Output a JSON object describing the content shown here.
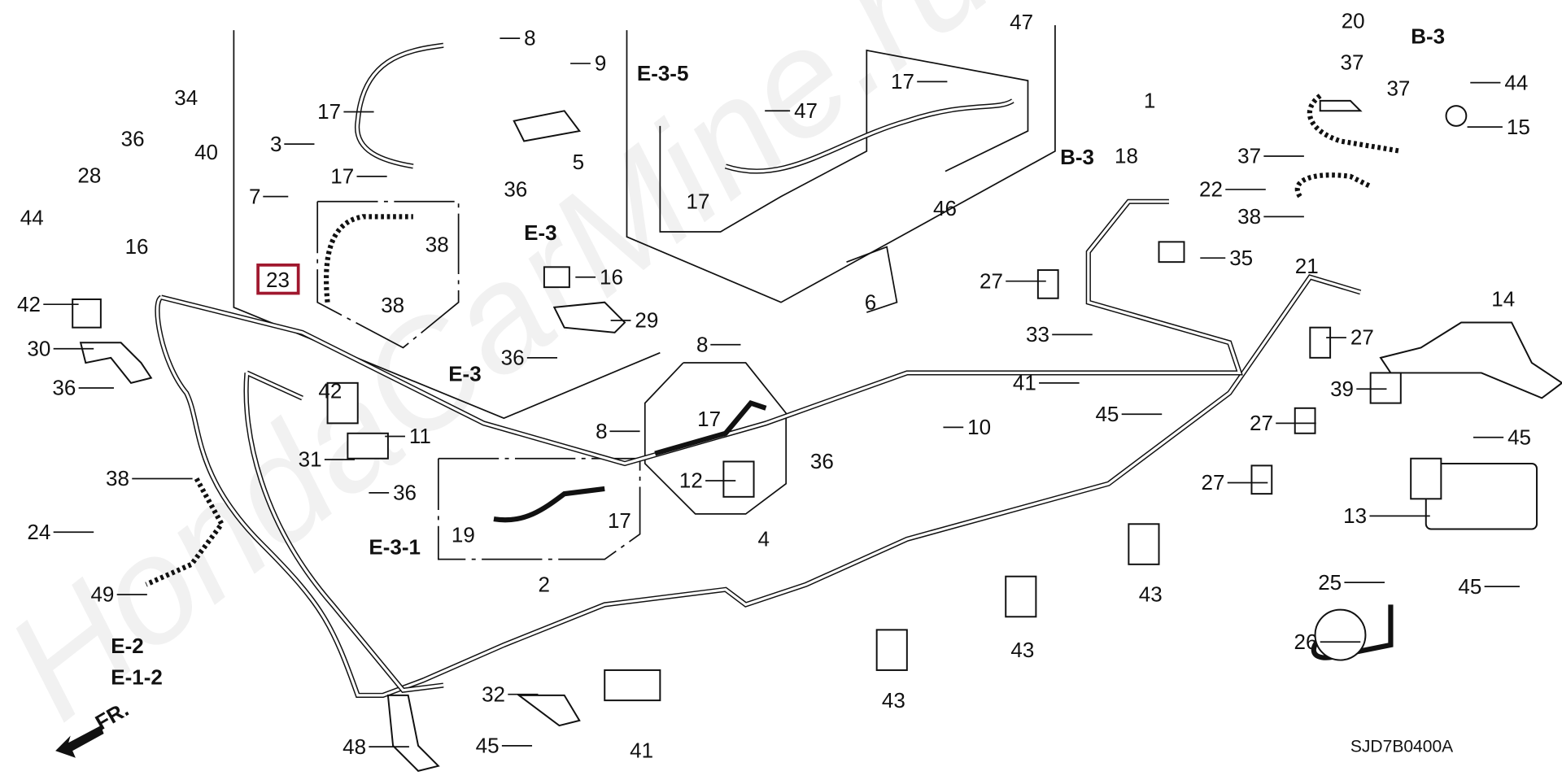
{
  "diagram": {
    "code": "SJD7B0400A",
    "watermark": "HondaCarMine.ru",
    "front_indicator": "FR.",
    "highlight_color": "#a0182e",
    "highlighted_part": "23",
    "references": [
      "E-3",
      "E-3",
      "E-3-5",
      "B-3",
      "B-3",
      "E-3-1",
      "E-2",
      "E-1-2"
    ],
    "callouts": [
      "8",
      "9",
      "17",
      "3",
      "17",
      "7",
      "5",
      "36",
      "38",
      "23",
      "38",
      "16",
      "29",
      "36",
      "34",
      "36",
      "40",
      "28",
      "44",
      "16",
      "42",
      "30",
      "36",
      "42",
      "11",
      "31",
      "36",
      "38",
      "24",
      "49",
      "19",
      "2",
      "17",
      "12",
      "4",
      "8",
      "17",
      "8",
      "36",
      "6",
      "10",
      "47",
      "17",
      "46",
      "47",
      "17",
      "1",
      "18",
      "27",
      "35",
      "33",
      "41",
      "45",
      "20",
      "37",
      "37",
      "44",
      "15",
      "37",
      "22",
      "38",
      "21",
      "27",
      "14",
      "39",
      "27",
      "45",
      "27",
      "13",
      "25",
      "45",
      "26",
      "43",
      "43",
      "43",
      "32",
      "45",
      "41",
      "48"
    ]
  }
}
